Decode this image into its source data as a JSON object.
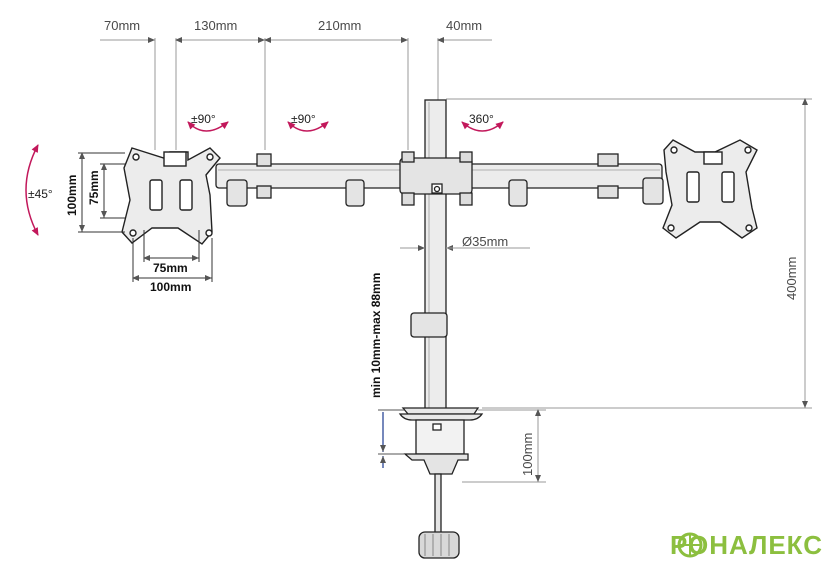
{
  "dimensions": {
    "arm_70": "70mm",
    "arm_130": "130mm",
    "arm_210": "210mm",
    "arm_40": "40mm",
    "height_400": "400mm",
    "pole_diameter": "Ø35mm",
    "clamp_range": "min 10mm-max 88mm",
    "clamp_height": "100mm",
    "vesa_75_h": "75mm",
    "vesa_100_h": "100mm",
    "vesa_75_v": "75mm",
    "vesa_100_v": "100mm"
  },
  "rotations": {
    "tilt": "±45°",
    "swivel_1": "±90°",
    "swivel_2": "±90°",
    "pole_rotation": "360°"
  },
  "logo": {
    "text": "РОНАЛЕКС"
  },
  "colors": {
    "rotation_arrow": "#c2185b",
    "dimension_line": "#9a9a9a",
    "part_fill": "#e8e8e8",
    "part_stroke": "#222222",
    "logo_green": "#8cbf3f"
  }
}
